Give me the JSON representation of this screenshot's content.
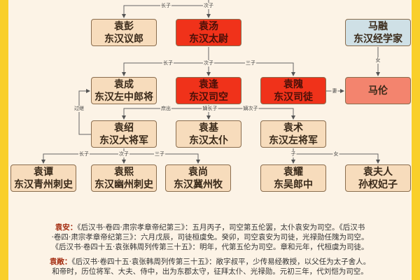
{
  "nodes": {
    "yuanpeng": {
      "name": "袁彭",
      "title": "东汉议郎"
    },
    "yuantang": {
      "name": "袁汤",
      "title": "东汉太尉"
    },
    "marong": {
      "name": "马融",
      "title": "东汉经学家"
    },
    "yuancheng": {
      "name": "袁成",
      "title": "东汉左中郎将"
    },
    "yuanfeng": {
      "name": "袁逢",
      "title": "东汉司空"
    },
    "yuanwei": {
      "name": "袁隗",
      "title": "东汉司徒"
    },
    "malun": {
      "name": "马伦"
    },
    "yuanshao": {
      "name": "袁绍",
      "title": "东汉大将军"
    },
    "yuanji": {
      "name": "袁基",
      "title": "东汉太仆"
    },
    "yuanshu": {
      "name": "袁术",
      "title": "东汉左将军"
    },
    "yuantan": {
      "name": "袁谭",
      "title": "东汉青州刺史"
    },
    "yuanxi": {
      "name": "袁熙",
      "title": "东汉幽州刺史"
    },
    "yuanshang": {
      "name": "袁尚",
      "title": "东汉冀州牧"
    },
    "yuanyao": {
      "name": "袁耀",
      "title": "东吴郎中"
    },
    "yuanfuren": {
      "name": "袁夫人",
      "title": "孙权妃子"
    }
  },
  "edges": {
    "eldest": "长子",
    "second": "次子",
    "third": "三子",
    "daughter": "女",
    "wife": "妻",
    "adopted": "过继",
    "concubine": "庶出",
    "legit_eldest": "嫡长子",
    "legit_second": "嫡次子",
    "son": "子"
  },
  "notes": [
    {
      "name": "袁安：",
      "lines": [
        "《后汉书·卷四·肃宗孝章帝纪第三》：五月丙子，司空第五伦罢，太仆袁安为司空。《后汉书",
        "·卷四·肃宗孝章帝纪第三》：六月戊辰，司徒桓虞免。癸卯，司空袁安为司徒，光禄勋任隗为司空。",
        "《后汉书·卷四十五·袁张韩周列传第三十五》：明年，代第五伦为司空。章和元年，代桓虞为司徒。"
      ]
    },
    {
      "name": "袁敞：",
      "lines": [
        "《后汉书·卷四十五·袁张韩周列传第三十五》：敞字叔平，少传易经教授，以父任为太子舍人。",
        "和帝时，历位将军、大夫、侍中，出为东郡太守，征拜太仆、光禄勋。元初三年，代刘恺为司空。"
      ]
    }
  ]
}
